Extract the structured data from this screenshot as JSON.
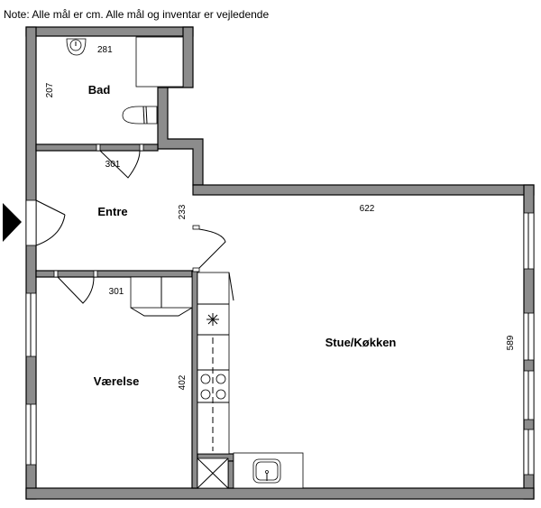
{
  "note": "Note: Alle mål er cm. Alle mål og inventar er vejledende",
  "rooms": {
    "bad": {
      "label": "Bad",
      "width": "281",
      "depth": "207"
    },
    "entre": {
      "label": "Entre",
      "width": "301",
      "depth": "233"
    },
    "vaerelse": {
      "label": "Værelse",
      "width": "301",
      "depth": "402"
    },
    "stue": {
      "label": "Stue/Køkken",
      "width": "622",
      "depth": "589"
    }
  },
  "colors": {
    "wall": "#8c8c8c",
    "outline": "#000000"
  }
}
